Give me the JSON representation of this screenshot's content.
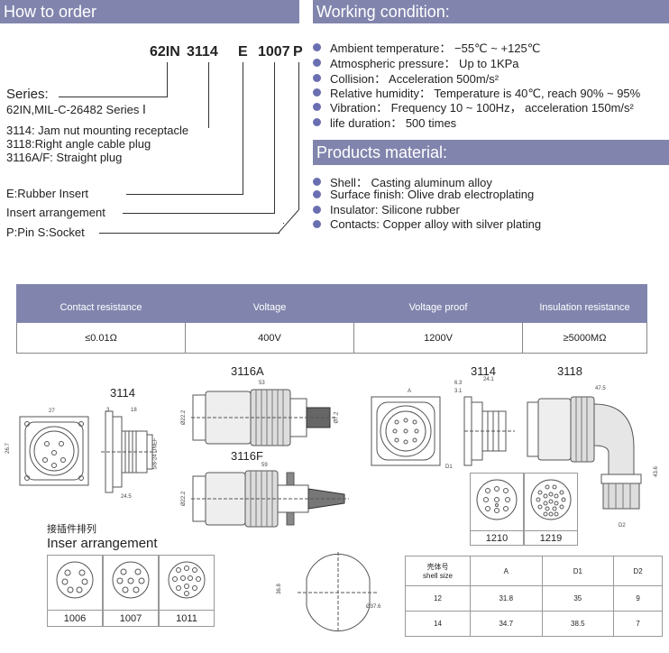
{
  "how_to_order": {
    "title": "How to order",
    "code": {
      "series": "62IN",
      "type": "3114",
      "insert": "E",
      "arrangement": "1007",
      "contact": "P"
    },
    "series_heading": "Series:",
    "series_line": "62IN,MIL-C-26482 Series Ⅰ",
    "types": [
      "3114: Jam nut mounting receptacle",
      "3118:Right angle cable plug",
      "3116A/F: Straight plug"
    ],
    "insert_label": "E:Rubber Insert",
    "arrangement_label": "Insert arrangement",
    "contact_label": "P:Pin  S:Socket"
  },
  "working_condition": {
    "title": "Working condition:",
    "items": [
      "Ambient temperature： −55℃ ~ +125℃",
      "Atmospheric pressure： Up to 1KPa",
      "Collision： Acceleration 500m/s²",
      "Relative humidity： Temperature is 40℃, reach 90% ~ 95%",
      "Vibration： Frequency 10 ~ 100Hz， acceleration 150m/s²",
      "life duration： 500 times"
    ]
  },
  "products_material": {
    "title": "Products material:",
    "items": [
      "Shell： Casting aluminum alloy",
      "Surface finish: Olive drab electroplating",
      "Insulator: Silicone rubber",
      "Contacts: Copper alloy with silver plating"
    ]
  },
  "spec_table": {
    "headers": [
      "Contact resistance",
      "Voltage",
      "Voltage proof",
      "Insulation resistance"
    ],
    "values": [
      "≤0.01Ω",
      "400V",
      "1200V",
      "≥5000MΩ"
    ]
  },
  "drawings": {
    "label_3114_left": "3114",
    "label_3116a": "3116A",
    "label_3116f": "3116F",
    "label_3114_right": "3114",
    "label_3118": "3118",
    "dims_3114": {
      "w": "27",
      "a": "3",
      "b": "18",
      "h": "26.7",
      "thread": "5/8-24 UNEF",
      "base": "24.5"
    },
    "dims_3116a": {
      "len": "53",
      "d1": "Ø22.2",
      "d2": "Ø7.2"
    },
    "dims_3116f": {
      "len": "59",
      "d1": "Ø22.2"
    },
    "dims_3114r": {
      "a": "A",
      "t1": "6.3",
      "t2": "3.1",
      "t3": "24.1",
      "d1": "D1"
    },
    "dims_3118": {
      "len": "47.5",
      "h": "43.6",
      "d2": "D2"
    },
    "dims_panel": {
      "h": "36.8",
      "d": "Ø37.6"
    }
  },
  "arrangement_section": {
    "title_cn": "接插件排列",
    "title_en": "Inser arrangement",
    "codes": [
      "1006",
      "1007",
      "1011"
    ],
    "codes_right": [
      "1210",
      "1219"
    ]
  },
  "shell_table": {
    "header_cn": "壳体号",
    "header_en": "shell size",
    "headers": [
      "A",
      "D1",
      "D2"
    ],
    "rows": [
      [
        "12",
        "31.8",
        "35",
        "9"
      ],
      [
        "14",
        "34.7",
        "38.5",
        "7"
      ]
    ]
  },
  "colors": {
    "header_bar": "#8185ad",
    "bullet": "#6a6fb1"
  }
}
